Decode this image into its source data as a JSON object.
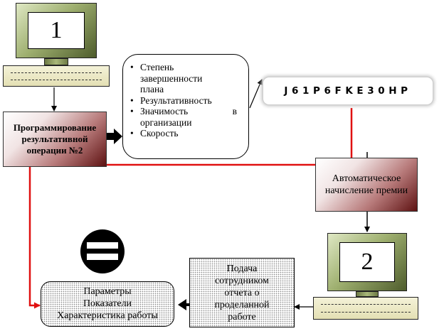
{
  "computer1": {
    "label": "1",
    "icon": "computer-icon"
  },
  "computer2": {
    "label": "2",
    "icon": "computer-icon"
  },
  "programming_box": {
    "text": "Программирование результативной операции №2"
  },
  "criteria_box": {
    "items": [
      "Степень завершенности плана",
      "Результативность",
      "Значимость в организации",
      "Скорость"
    ]
  },
  "code_box": {
    "code": "J61P6FKE30HP"
  },
  "bonus_box": {
    "text": "Автоматическое начисление премии"
  },
  "report_box": {
    "text": "Подача сотрудником отчета о проделанной работе"
  },
  "params_box": {
    "lines": [
      "Параметры",
      "Показатели",
      "Характеристика работы"
    ]
  },
  "equals_sign": {
    "icon": "equals-icon"
  },
  "colors": {
    "red_line": "#e01010",
    "arrow": "#000000"
  }
}
